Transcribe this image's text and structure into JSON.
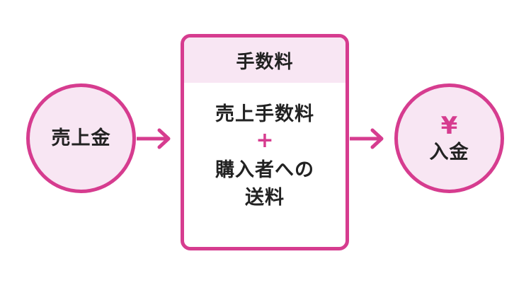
{
  "sales": {
    "label": "売上金"
  },
  "fees": {
    "title": "手数料",
    "line1": "売上手数料",
    "plus": "+",
    "line2a": "購入者への",
    "line2b": "送料"
  },
  "deposit": {
    "yen": "¥",
    "label": "入金"
  },
  "colors": {
    "accent": "#d63c8f",
    "fill": "#f8e6f3",
    "text": "#222222"
  }
}
